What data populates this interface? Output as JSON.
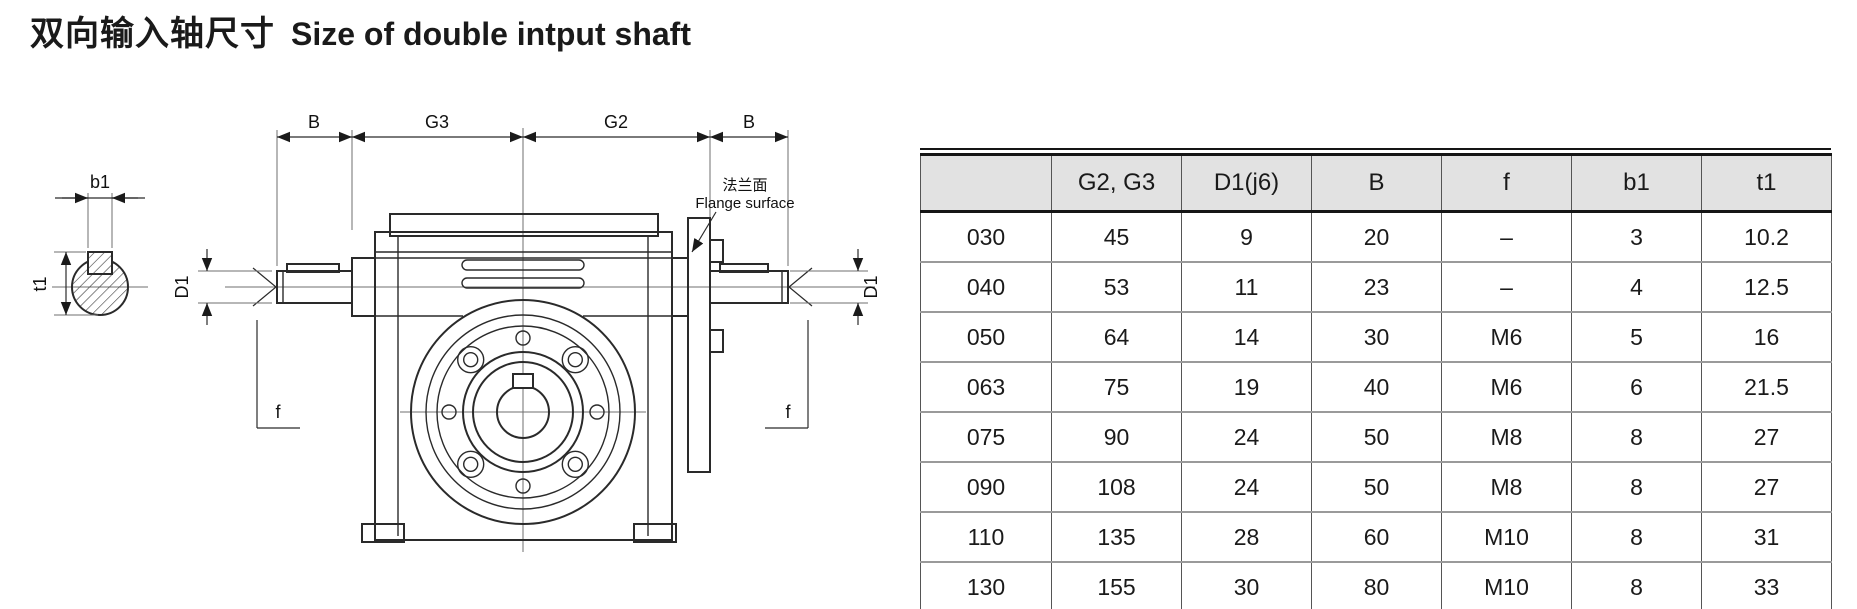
{
  "title": {
    "zh": "双向输入轴尺寸",
    "en": "Size of double intput shaft"
  },
  "diagram": {
    "labels": {
      "b1": "b1",
      "t1": "t1",
      "B_left": "B",
      "G3": "G3",
      "G2": "G2",
      "B_right": "B",
      "D1_left": "D1",
      "D1_right": "D1",
      "f_left": "f",
      "f_right": "f"
    },
    "flange_note": {
      "zh": "法兰面",
      "en": "Flange surface"
    }
  },
  "table": {
    "headers": [
      "",
      "G2, G3",
      "D1(j6)",
      "B",
      "f",
      "b1",
      "t1"
    ],
    "rows": [
      {
        "model": "030",
        "g2g3": "45",
        "d1": "9",
        "b": "20",
        "f": "–",
        "b1": "3",
        "t1": "10.2"
      },
      {
        "model": "040",
        "g2g3": "53",
        "d1": "11",
        "b": "23",
        "f": "–",
        "b1": "4",
        "t1": "12.5"
      },
      {
        "model": "050",
        "g2g3": "64",
        "d1": "14",
        "b": "30",
        "f": "M6",
        "b1": "5",
        "t1": "16"
      },
      {
        "model": "063",
        "g2g3": "75",
        "d1": "19",
        "b": "40",
        "f": "M6",
        "b1": "6",
        "t1": "21.5"
      },
      {
        "model": "075",
        "g2g3": "90",
        "d1": "24",
        "b": "50",
        "f": "M8",
        "b1": "8",
        "t1": "27"
      },
      {
        "model": "090",
        "g2g3": "108",
        "d1": "24",
        "b": "50",
        "f": "M8",
        "b1": "8",
        "t1": "27"
      },
      {
        "model": "110",
        "g2g3": "135",
        "d1": "28",
        "b": "60",
        "f": "M10",
        "b1": "8",
        "t1": "31"
      },
      {
        "model": "130",
        "g2g3": "155",
        "d1": "30",
        "b": "80",
        "f": "M10",
        "b1": "8",
        "t1": "33"
      }
    ]
  },
  "colors": {
    "header_bg": "#e2e2e2",
    "line": "#2a2a2a",
    "text": "#1a1a1a"
  }
}
